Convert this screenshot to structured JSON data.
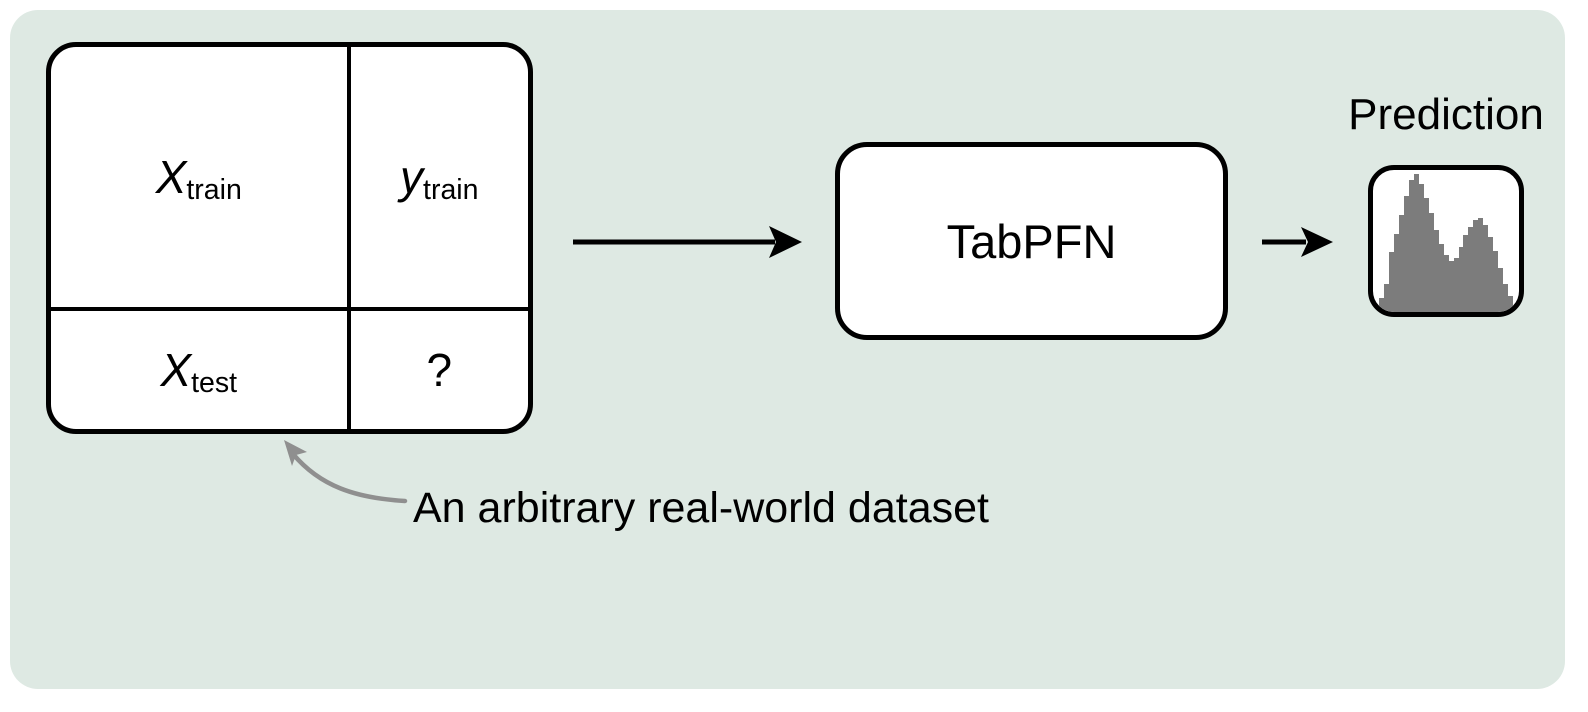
{
  "colors": {
    "panel_bg": "#dee9e3",
    "box_bg": "#ffffff",
    "ink": "#000000",
    "annotation_arrow": "#8f8f8f",
    "hist_bar": "#7c7c7c"
  },
  "dataset_table": {
    "x_train": {
      "base": "X",
      "sub": "train"
    },
    "y_train": {
      "base": "y",
      "sub": "train"
    },
    "x_test": {
      "base": "X",
      "sub": "test"
    },
    "unknown_label": "?"
  },
  "model_box": {
    "label": "TabPFN"
  },
  "prediction": {
    "label": "Prediction"
  },
  "chart_data": {
    "type": "bar",
    "title": "Prediction",
    "xlabel": "",
    "ylabel": "",
    "ylim": [
      0,
      1
    ],
    "grid": false,
    "legend": false,
    "values": [
      0.1,
      0.2,
      0.42,
      0.55,
      0.68,
      0.82,
      0.93,
      0.97,
      0.9,
      0.8,
      0.7,
      0.58,
      0.48,
      0.4,
      0.36,
      0.38,
      0.46,
      0.54,
      0.6,
      0.65,
      0.66,
      0.61,
      0.53,
      0.43,
      0.31,
      0.2,
      0.11
    ]
  },
  "annotation": {
    "label": "An arbitrary real-world dataset"
  }
}
